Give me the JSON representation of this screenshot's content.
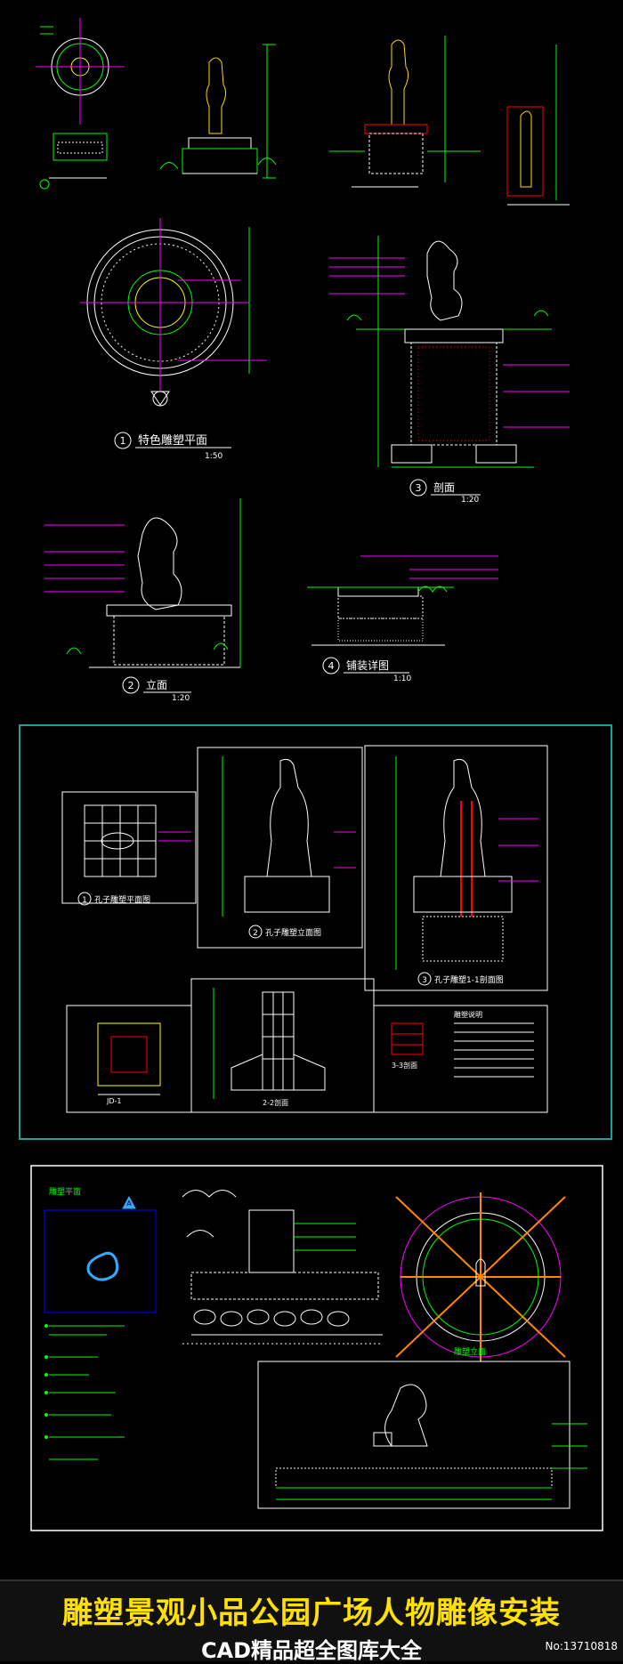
{
  "sheet1": {
    "plan_title": "特色雕塑平面",
    "plan_scale": "1:50",
    "section_num": "3",
    "section_title": "剖面",
    "section_scale": "1:20",
    "elev_num": "2",
    "elev_title": "立面",
    "elev_scale": "1:20",
    "detail_num": "4",
    "detail_title": "铺装详图",
    "detail_scale": "1:10",
    "plan_num": "1"
  },
  "sheet2": {
    "v1_num": "1",
    "v1_title": "孔子雕塑平面图",
    "v2_num": "2",
    "v2_title": "孔子雕塑立面图",
    "v3_num": "3",
    "v3_title": "孔子雕塑1-1剖面图",
    "v4_title": "JD-1",
    "v5_title": "2-2剖面",
    "v6_title": "3-3剖面",
    "notes_title": "雕塑说明"
  },
  "sheet3": {
    "plan_label": "雕塑平面",
    "plan_mark": "A",
    "elev_label": "雕塑立面"
  },
  "banner": {
    "title": "雕塑景观小品公园广场人物雕像安装",
    "subtitle": "CAD精品超全图库大全",
    "serial": "No:13710818"
  },
  "colors": {
    "background": "#000000",
    "cad_green": "#00ff00",
    "cad_magenta": "#ff00ff",
    "cad_yellow": "#ffff00",
    "cad_white": "#ffffff",
    "cad_cyan": "#00ffff",
    "title_yellow": "#ffe100",
    "frame_teal": "#1aa39a"
  }
}
